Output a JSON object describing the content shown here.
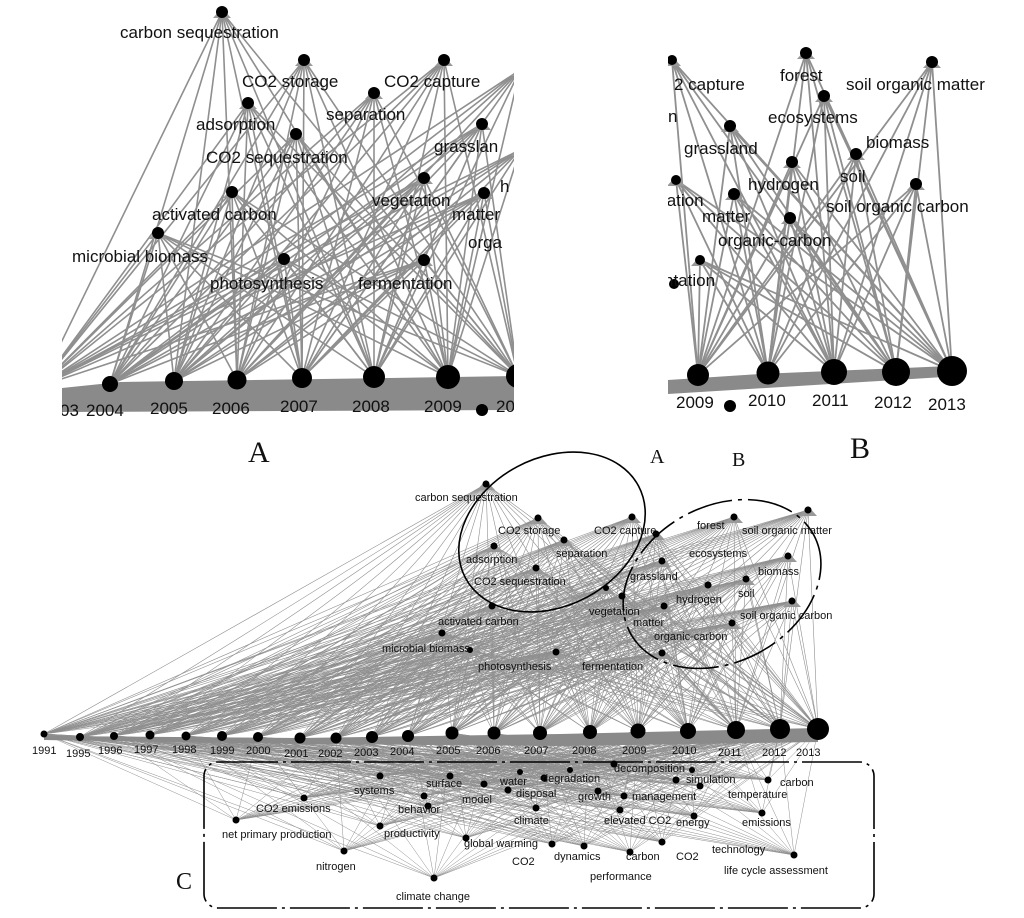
{
  "panel_labels": {
    "a": "A",
    "b": "B"
  },
  "region_labels": {
    "a": "A",
    "b": "B",
    "c": "C"
  },
  "main_network": {
    "years": [
      "1991",
      "1995",
      "1996",
      "1997",
      "1998",
      "1999",
      "2000",
      "2001",
      "2002",
      "2003",
      "2004",
      "2005",
      "2006",
      "2007",
      "2008",
      "2009",
      "2010",
      "2011",
      "2012",
      "2013"
    ],
    "upper_terms": [
      "carbon  sequestration",
      "CO2 storage",
      "CO2 capture",
      "forest",
      "soil organic matter",
      "adsorption",
      "separation",
      "ecosystems",
      "CO2 sequestration",
      "grassland",
      "biomass",
      "soil",
      "hydrogen",
      "vegetation",
      "matter",
      "soil organic carbon",
      "activated carbon",
      "organic-carbon",
      "microbial biomass",
      "photosynthesis",
      "fermentation"
    ],
    "lower_terms": [
      "decomposition",
      "carbon",
      "systems",
      "surface",
      "water",
      "degradation",
      "simulation",
      "model",
      "disposal",
      "growth",
      "management",
      "temperature",
      "CO2 emissions",
      "behavior",
      "net primary production",
      "productivity",
      "climate",
      "elevated CO2",
      "energy",
      "emissions",
      "global warming",
      "nitrogen",
      "CO2",
      "dynamics",
      "carbon",
      "CO2",
      "technology",
      "performance",
      "life cycle assessment",
      "climate change"
    ]
  },
  "zoom_a": {
    "terms": [
      "carbon  sequestration",
      "CO2 storage",
      "CO2 capture",
      "separation",
      "adsorption",
      "CO2 sequestration",
      "grasslan",
      "vegetation",
      "matter",
      "orga",
      "activated carbon",
      "microbial biomass",
      "photosynthesis",
      "fermentation",
      "h"
    ],
    "years": [
      "03",
      "2004",
      "2005",
      "2006",
      "2007",
      "2008",
      "2009",
      "20"
    ]
  },
  "zoom_b": {
    "terms": [
      "2 capture",
      "forest",
      "soil organic matter",
      "ecosystems",
      "biomass",
      "grassland",
      "soil",
      "hydrogen",
      "tation",
      "matter",
      "soil organic carbon",
      "organic-carbon",
      "ntation",
      "n"
    ],
    "years": [
      "2009",
      "2010",
      "2011",
      "2012",
      "2013"
    ]
  }
}
